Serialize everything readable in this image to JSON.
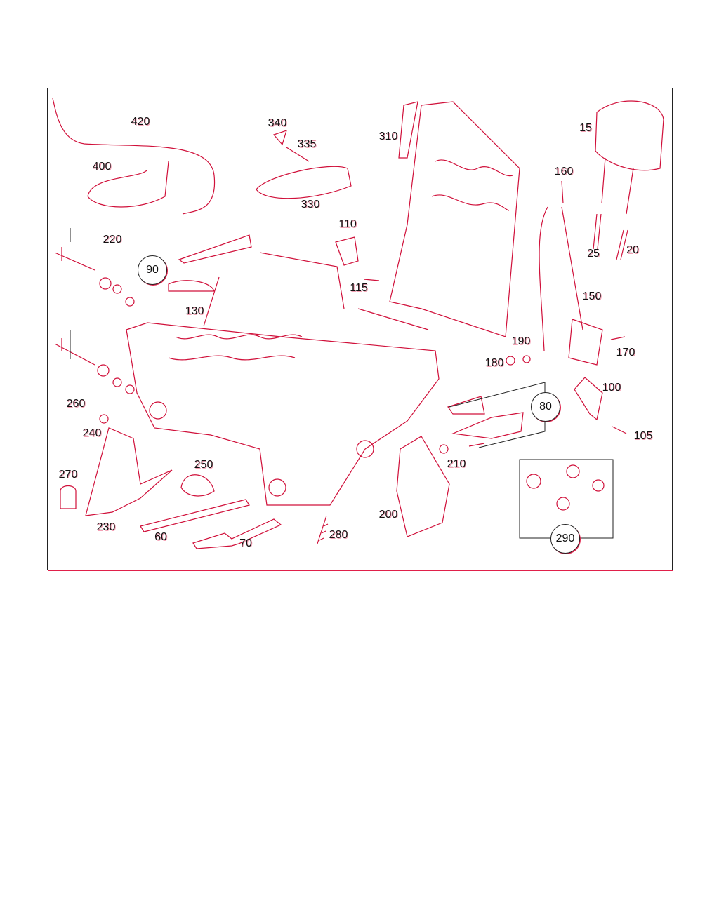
{
  "diagram": {
    "type": "exploded parts diagram",
    "part_labels": [
      "420",
      "400",
      "340",
      "335",
      "330",
      "310",
      "15",
      "160",
      "220",
      "110",
      "115",
      "25",
      "20",
      "150",
      "130",
      "190",
      "180",
      "170",
      "260",
      "100",
      "240",
      "105",
      "250",
      "210",
      "270",
      "200",
      "230",
      "60",
      "280",
      "70"
    ],
    "group_labels": [
      "90",
      "80",
      "290"
    ],
    "colors": {
      "line_art": "#d0103a",
      "text": "#111111"
    }
  }
}
